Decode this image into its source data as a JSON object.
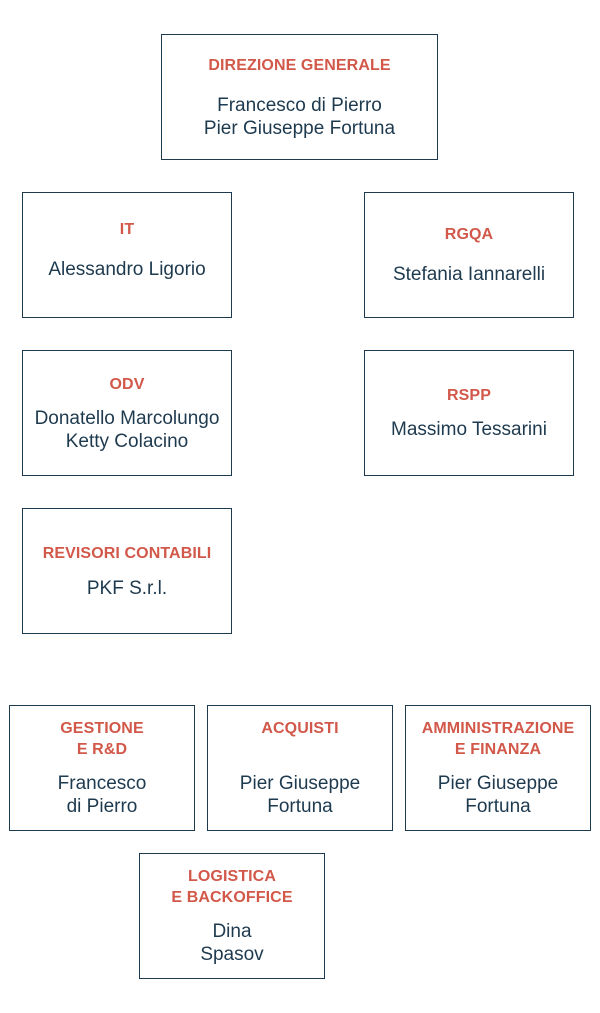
{
  "boxes": {
    "direzione": {
      "title": [
        "DIREZIONE GENERALE"
      ],
      "names": [
        "Francesco di Pierro",
        "Pier Giuseppe Fortuna"
      ]
    },
    "it": {
      "title": [
        "IT"
      ],
      "names": [
        "Alessandro Ligorio"
      ]
    },
    "rgqa": {
      "title": [
        "RGQA"
      ],
      "names": [
        "Stefania Iannarelli"
      ]
    },
    "odv": {
      "title": [
        "ODV"
      ],
      "names": [
        "Donatello Marcolungo",
        "Ketty Colacino"
      ]
    },
    "rspp": {
      "title": [
        "RSPP"
      ],
      "names": [
        "Massimo Tessarini"
      ]
    },
    "revisori": {
      "title": [
        "REVISORI CONTABILI"
      ],
      "names": [
        "PKF S.r.l."
      ]
    },
    "gestione": {
      "title": [
        "GESTIONE",
        "E R&D"
      ],
      "names": [
        "Francesco",
        "di Pierro"
      ]
    },
    "acquisti": {
      "title": [
        "ACQUISTI"
      ],
      "names": [
        "Pier Giuseppe",
        "Fortuna"
      ]
    },
    "amministrazione": {
      "title": [
        "AMMINISTRAZIONE",
        "E FINANZA"
      ],
      "names": [
        "Pier Giuseppe",
        "Fortuna"
      ]
    },
    "logistica": {
      "title": [
        "LOGISTICA",
        "E BACKOFFICE"
      ],
      "names": [
        "Dina",
        "Spasov"
      ]
    }
  },
  "colors": {
    "title": "#d2584a",
    "text": "#1e3a4f",
    "border": "#1e3a4f"
  }
}
